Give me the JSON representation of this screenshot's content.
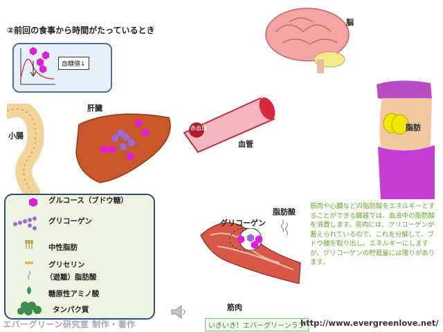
{
  "title": "②前回の食事から時間がたっているとき",
  "blood_sugar_label": "血糖値↓",
  "labels": {
    "brain": "脳",
    "liver": "肝臓",
    "small_intestine": "小腸",
    "blood_vessel": "血管",
    "blood_cell": "赤血球",
    "fat": "脂肪",
    "glycogen": "グリコーゲン",
    "fatty_acid": "脂肪酸",
    "muscle": "筋肉"
  },
  "legend": [
    {
      "icon": "glucose-icon",
      "label": "グルコース（ブドウ糖）"
    },
    {
      "icon": "glycogen-icon",
      "label": "グリコーゲン"
    },
    {
      "icon": "neutral-fat-icon",
      "label": "中性脂肪"
    },
    {
      "icon": "glycerin-icon",
      "label": "グリセリン"
    },
    {
      "icon": "free-fatty-acid-icon",
      "label": "（遊離）脂肪酸"
    },
    {
      "icon": "glucogenic-amino-acid-icon",
      "label": "糖原性アミノ酸"
    },
    {
      "icon": "protein-icon",
      "label": "タンパク質"
    }
  ],
  "note": "筋肉や心臓などの脂肪酸をエネルギーとすることができる臓器では、血液中の脂肪酸を消費します。筋肉には、グリコーゲンが蓄えられているので、これを分解して、ブドウ糖を取り出し、エネルギーにしますが、グリコーゲンの貯蔵量には限りがあります。",
  "footer": {
    "credit": "エバーグリーン研究室 制作・著作",
    "brand": "いきいき！エバーグリーンラブ",
    "url": "http://www.evergreenlove.net/"
  },
  "colors": {
    "glucose": "#e01ce0",
    "glycogen": "#9a6ad6",
    "liver": "#c9572a",
    "fat": "#f2e600",
    "muscle": "#c8403a",
    "note_text": "#6aa82a",
    "legend_border": "#2f4b7a"
  }
}
